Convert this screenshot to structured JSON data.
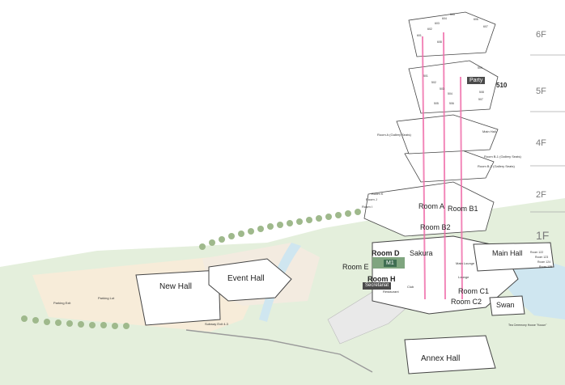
{
  "floors": [
    "6F",
    "5F",
    "4F",
    "2F",
    "1F"
  ],
  "buildings": {
    "new_hall": "New Hall",
    "event_hall": "Event Hall",
    "main_hall": "Main Hall",
    "annex_hall": "Annex Hall",
    "swan": "Swan",
    "sakura": "Sakura"
  },
  "rooms": {
    "room_a": "Room A",
    "room_b1": "Room B1",
    "room_b2": "Room B2",
    "room_c1": "Room C1",
    "room_c2": "Room C2",
    "room_d": "Room D",
    "room_e": "Room E",
    "room_h": "Room H",
    "m1": "M1",
    "secretariat": "Secretariat",
    "party": "Party",
    "room_510": "510"
  },
  "small_labels": {
    "parking_exit": "Parking Exit",
    "parking_lot": "Parking Lot",
    "subway_exit": "Subway Exit 4-3",
    "main_lounge": "Main Lounge",
    "lounge": "Lounge",
    "club": "Club",
    "restaurant": "Restaurant",
    "room_k": "Room K",
    "room_j": "Room J",
    "room_i": "Room I",
    "room_a_gallery": "Room A (Gallery Seats)",
    "room_b1_gallery": "Room B-1 (Gallery Seats)",
    "room_b2_gallery": "Room B-2 (Gallery Seats)",
    "main_hall_4f": "Main Hall",
    "room_122": "Room 122",
    "room_123": "Room 123",
    "room_124": "Room 124",
    "room_125": "Room 125",
    "tea_ceremony": "Tea Ceremony House \"Kouun\"",
    "r501": "501",
    "r502": "502",
    "r503": "503",
    "r504": "504",
    "r505": "505",
    "r506": "506",
    "r507": "507",
    "r508": "508",
    "r509": "509",
    "r601": "601",
    "r602": "602",
    "r603": "603",
    "r604": "604",
    "r605": "605",
    "r606": "606",
    "r607": "607",
    "r608": "608"
  }
}
